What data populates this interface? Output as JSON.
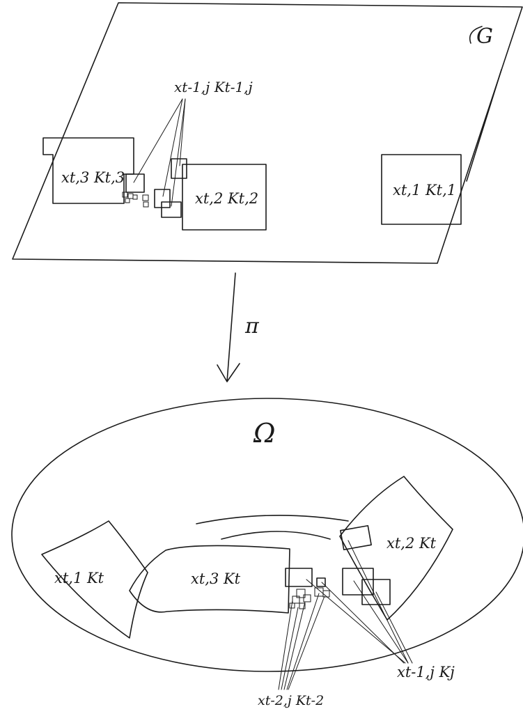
{
  "group_label": "G",
  "map_label": "π",
  "space_label": "Ω",
  "top": {
    "coset_t3": "xt,3 Kt,3",
    "coset_t2": "xt,2 Kt,2",
    "coset_t1": "xt,1 Kt,1",
    "coset_prev": "xt-1,j Kt-1,j"
  },
  "bottom": {
    "image_t1": "xt,1 Kt",
    "image_t3": "xt,3 Kt",
    "image_t2": "xt,2 Kt",
    "image_prev": "xt-1,j Kj",
    "image_prev2": "xt-2,j Kt-2"
  }
}
